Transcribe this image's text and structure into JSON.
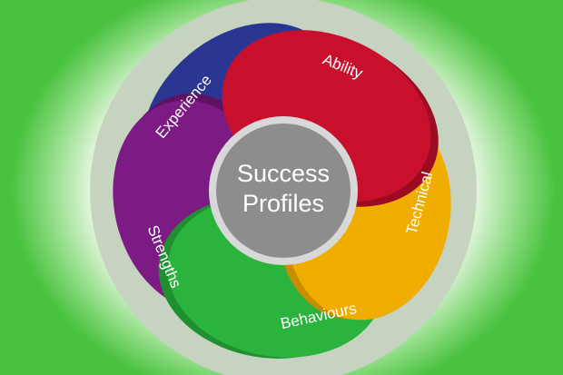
{
  "diagram": {
    "center": {
      "line1": "Success",
      "line2": "Profiles"
    },
    "segments": [
      {
        "label": "Ability",
        "color": "#c8102e",
        "shade": "#9b0b22"
      },
      {
        "label": "Technical",
        "color": "#f0ad00",
        "shade": "#c98d00"
      },
      {
        "label": "Behaviours",
        "color": "#2ab33d",
        "shade": "#1f8f2f"
      },
      {
        "label": "Strengths",
        "color": "#7c1b83",
        "shade": "#5e1264"
      },
      {
        "label": "Experience",
        "color": "#2b3592",
        "shade": "#1e2670"
      }
    ],
    "colors": {
      "background_glow": "#49c23f",
      "outer_ring": "#c7d3c1",
      "hub_fill": "#8d8d8d",
      "hub_ring": "#d8d8d8"
    }
  }
}
